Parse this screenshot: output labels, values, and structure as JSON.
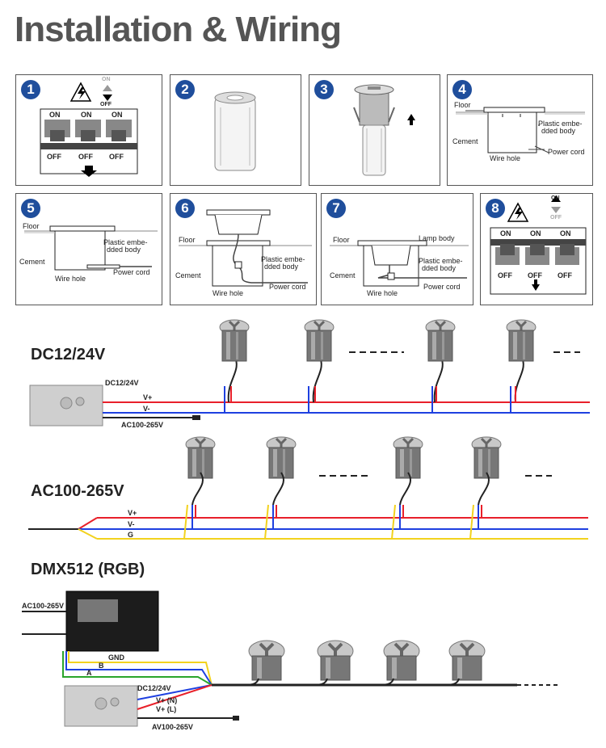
{
  "title": "Installation & Wiring",
  "steps": [
    {
      "num": "1",
      "top_label": "ON",
      "top_label2": "OFF",
      "switch_on": "ON",
      "switch_off": "OFF"
    },
    {
      "num": "2"
    },
    {
      "num": "3"
    },
    {
      "num": "4",
      "floor": "Floor",
      "cement": "Cement",
      "plastic_1": "Plastic embe-",
      "plastic_2": "dded body",
      "wire_hole": "Wire hole",
      "power_cord": "Power cord"
    },
    {
      "num": "5",
      "floor": "Floor",
      "cement": "Cement",
      "plastic_1": "Plastic embe-",
      "plastic_2": "dded body",
      "wire_hole": "Wire hole",
      "power_cord": "Power cord"
    },
    {
      "num": "6",
      "floor": "Floor",
      "cement": "Cement",
      "plastic_1": "Plastic embe-",
      "plastic_2": "dded body",
      "wire_hole": "Wire hole",
      "power_cord": "Power cord"
    },
    {
      "num": "7",
      "floor": "Floor",
      "lamp_body": "Lamp body",
      "cement": "Cement",
      "plastic_1": "Plastic embe-",
      "plastic_2": "dded body",
      "wire_hole": "Wire hole",
      "power_cord": "Power cord"
    },
    {
      "num": "8",
      "top_label": "ON",
      "top_label2": "OFF",
      "switch_on": "ON",
      "switch_off": "OFF"
    }
  ],
  "dc": {
    "heading": "DC12/24V",
    "psu_label": "DC12/24V",
    "vplus": "V+",
    "vminus": "V-",
    "ac_in": "AC100-265V"
  },
  "ac": {
    "heading": "AC100-265V",
    "vplus": "V+",
    "vminus": "V-",
    "ground": "G"
  },
  "dmx": {
    "heading": "DMX512  (RGB)",
    "ac_in": "AC100-265V",
    "gnd": "GND",
    "b": "B",
    "a": "A",
    "psu_label": "DC12/24V",
    "vplus_n": "V+ (N)",
    "vplus_l": "V+ (L)",
    "ac_in2": "AV100-265V"
  },
  "colors": {
    "accent": "#1f4e9c",
    "v_plus": "#e8202a",
    "v_minus": "#1e40e0",
    "ground": "#f2d21e",
    "green": "#2aa52a"
  }
}
